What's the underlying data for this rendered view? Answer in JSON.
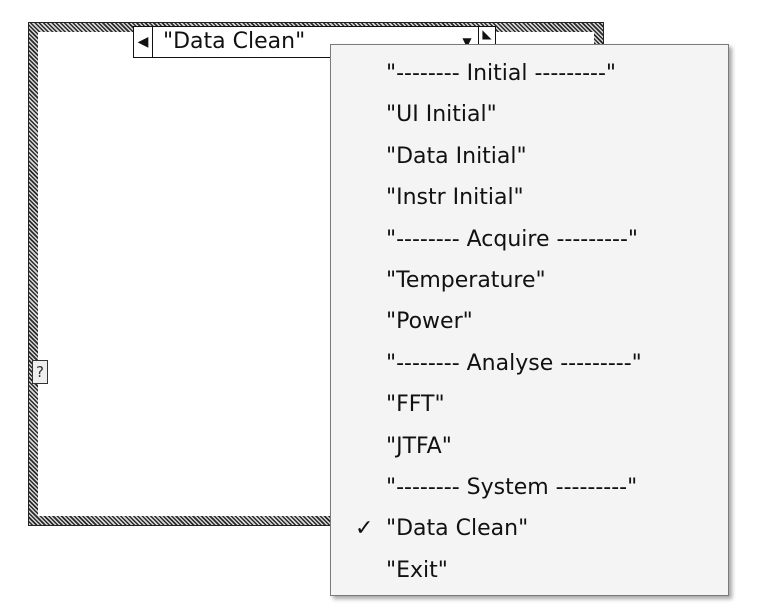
{
  "case_structure": {
    "selector_value": "\"Data Clean\"",
    "dec_icon": "left-triangle-icon",
    "dropdown_icon": "down-triangle-icon",
    "inc_icon": "right-triangle-icon",
    "tunnel_label": "?"
  },
  "menu": {
    "items": [
      {
        "label": "\"-------- Initial ---------\""
      },
      {
        "label": "\"UI Initial\""
      },
      {
        "label": "\"Data Initial\""
      },
      {
        "label": "\"Instr Initial\""
      },
      {
        "label": "\"-------- Acquire ---------\""
      },
      {
        "label": "\"Temperature\""
      },
      {
        "label": "\"Power\""
      },
      {
        "label": "\"-------- Analyse ---------\""
      },
      {
        "label": "\"FFT\""
      },
      {
        "label": "\"JTFA\""
      },
      {
        "label": "\"-------- System ---------\""
      },
      {
        "label": "\"Data Clean\"",
        "checked": true,
        "check_glyph": "✓"
      },
      {
        "label": "\"Exit\""
      }
    ]
  }
}
